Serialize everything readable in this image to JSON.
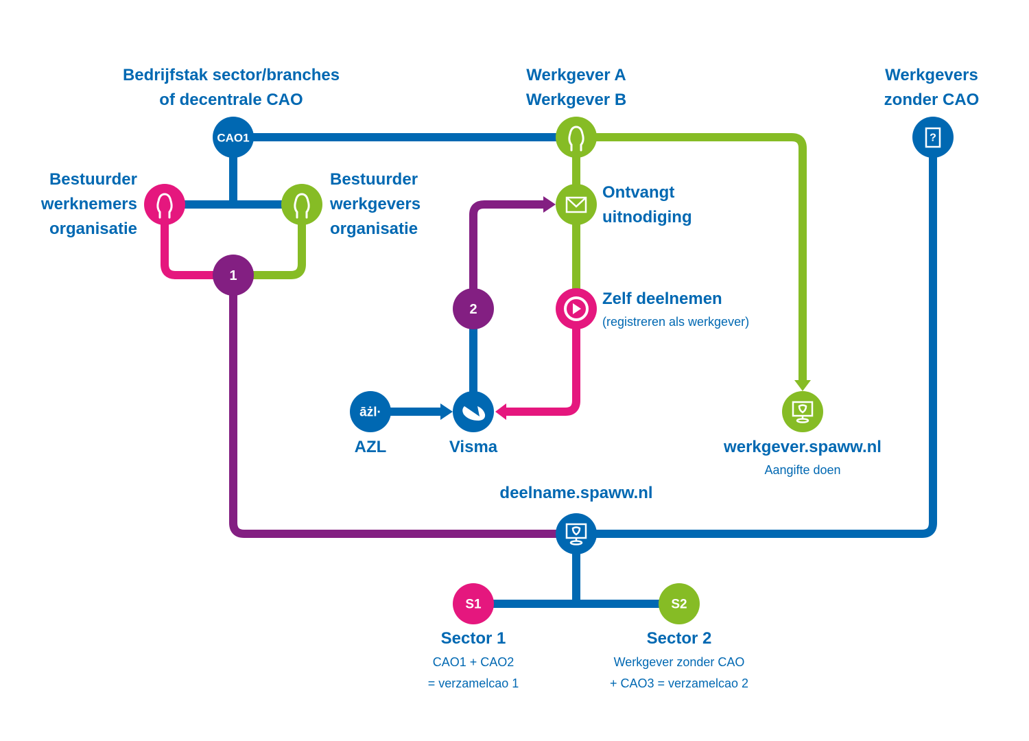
{
  "colors": {
    "blue": "#0068b2",
    "green": "#86bc25",
    "pink": "#e5177e",
    "purple": "#831f82",
    "white": "#ffffff"
  },
  "nodes": {
    "cao01": {
      "label": "CAO1",
      "icon": "text-badge",
      "color": "blue"
    },
    "werknemers": {
      "icon": "person-icon",
      "color": "pink"
    },
    "werkgevers_org": {
      "icon": "person-icon",
      "color": "green"
    },
    "step1": {
      "label": "1",
      "color": "purple"
    },
    "werkgever_ab": {
      "icon": "person-icon",
      "color": "green"
    },
    "uitnodiging": {
      "icon": "envelope-icon",
      "color": "green"
    },
    "zelf": {
      "icon": "play-icon",
      "color": "pink"
    },
    "step2": {
      "label": "2",
      "color": "purple"
    },
    "azl": {
      "label": "āżl·",
      "icon": "azl-logo",
      "color": "blue"
    },
    "visma": {
      "icon": "visma-logo",
      "color": "blue"
    },
    "werkgever_portal": {
      "icon": "monitor-icon",
      "color": "green"
    },
    "zonder_cao": {
      "icon": "question-doc-icon",
      "color": "blue"
    },
    "deelname_portal": {
      "icon": "monitor-icon",
      "color": "blue"
    },
    "s1": {
      "label": "S1",
      "color": "pink"
    },
    "s2": {
      "label": "S2",
      "color": "green"
    }
  },
  "labels": {
    "bedrijfstak": [
      "Bedrijfstak sector/branches",
      "of decentrale CAO"
    ],
    "werkgever_ab": [
      "Werkgever A",
      "Werkgever B"
    ],
    "zonder_cao": [
      "Werkgevers",
      "zonder CAO"
    ],
    "bestuurder_werknemers": [
      "Bestuurder",
      "werknemers",
      "organisatie"
    ],
    "bestuurder_werkgevers": [
      "Bestuurder",
      "werkgevers",
      "organisatie"
    ],
    "ontvangt": [
      "Ontvangt",
      "uitnodiging"
    ],
    "zelf_title": "Zelf deelnemen",
    "zelf_sub": "(registreren als werkgever)",
    "azl": "AZL",
    "visma": "Visma",
    "werkgever_portal": "werkgever.spaww.nl",
    "werkgever_portal_sub": "Aangifte doen",
    "deelname_portal": "deelname.spaww.nl",
    "sector1_title": "Sector 1",
    "sector1_sub": [
      "CAO1 + CAO2",
      "= verzamelcao 1"
    ],
    "sector2_title": "Sector 2",
    "sector2_sub": [
      "Werkgever zonder CAO",
      "+ CAO3 = verzamelcao 2"
    ]
  }
}
